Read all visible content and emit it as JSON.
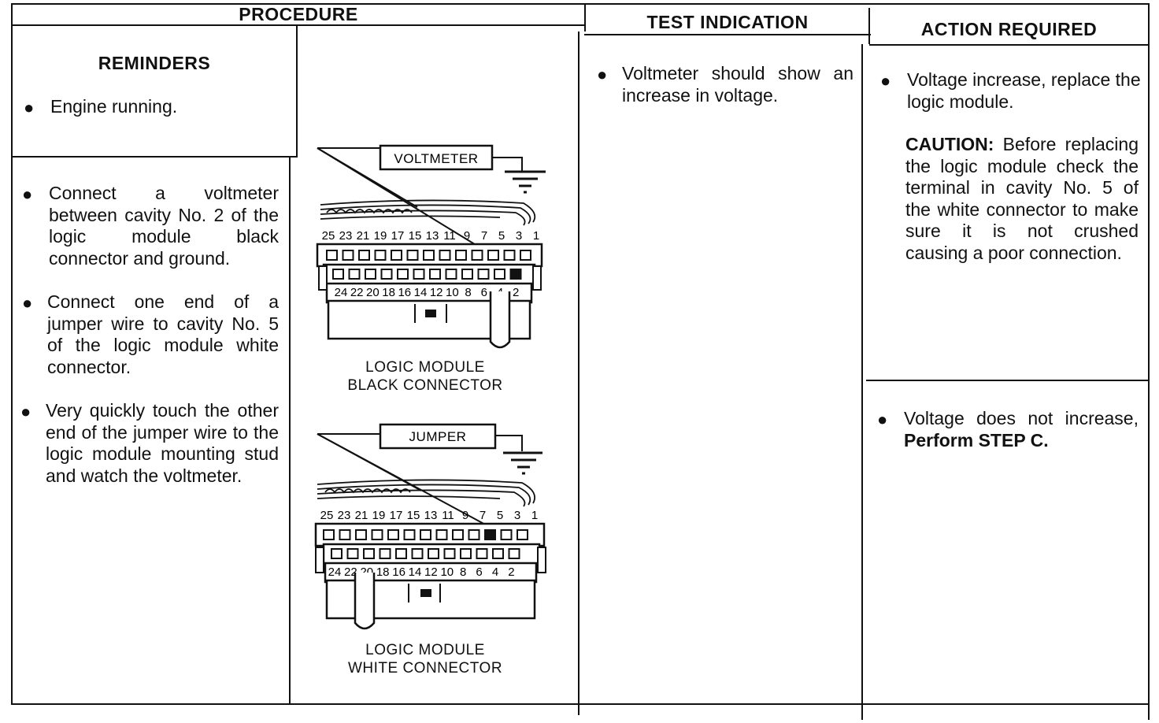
{
  "headers": {
    "procedure": "PROCEDURE",
    "test_indication": "TEST INDICATION",
    "action_required": "ACTION REQUIRED"
  },
  "reminders": {
    "title": "REMINDERS",
    "item": "Engine running."
  },
  "procedure_steps": [
    "Connect a voltmeter between cavity No. 2 of the logic module black connector and ground.",
    "Connect one end of a jumper wire to cavity No. 5 of the logic module white connector.",
    "Very quickly touch the other end of the jumper wire to the logic module mounting stud and watch the voltmeter."
  ],
  "diagrams": {
    "black": {
      "meter_label": "VOLTMETER",
      "caption_line1": "LOGIC MODULE",
      "caption_line2": "BLACK CONNECTOR",
      "top_numbers": [
        "25",
        "23",
        "21",
        "19",
        "17",
        "15",
        "13",
        "11",
        "9",
        "7",
        "5",
        "3",
        "1"
      ],
      "bottom_numbers": [
        "24",
        "22",
        "20",
        "18",
        "16",
        "14",
        "12",
        "10",
        "8",
        "6",
        "4",
        "2"
      ]
    },
    "white": {
      "meter_label": "JUMPER",
      "caption_line1": "LOGIC MODULE",
      "caption_line2": "WHITE CONNECTOR",
      "top_numbers": [
        "25",
        "23",
        "21",
        "19",
        "17",
        "15",
        "13",
        "11",
        "9",
        "7",
        "5",
        "3",
        "1"
      ],
      "bottom_numbers": [
        "24",
        "22",
        "20",
        "18",
        "16",
        "14",
        "12",
        "10",
        "8",
        "6",
        "4",
        "2"
      ]
    }
  },
  "test_indication": {
    "item": "Voltmeter should show an increase in voltage."
  },
  "action": {
    "item1": "Voltage increase, replace the logic module.",
    "caution_label": "CAUTION:",
    "caution_text": "Before replacing the logic module check the terminal in cavity No. 5 of the white connector to make sure it is not crushed causing a poor connection.",
    "item2_text": "Voltage does not increase,",
    "item2_bold": "Perform STEP C."
  }
}
